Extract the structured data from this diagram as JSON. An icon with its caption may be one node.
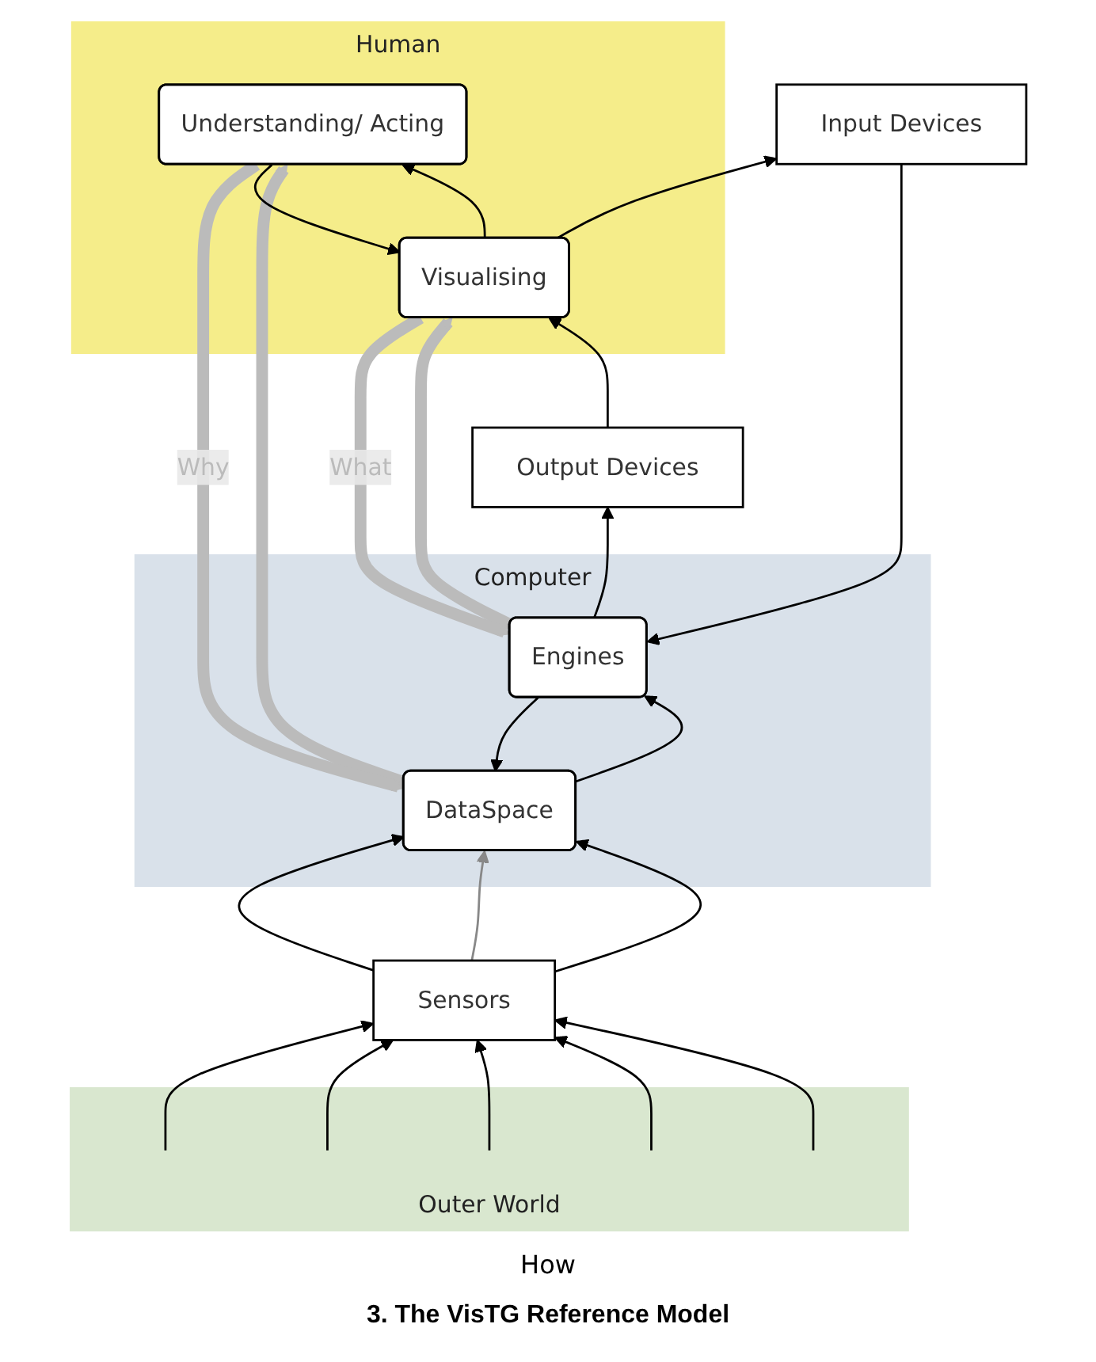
{
  "diagram": {
    "caption": "3. The VisTG Reference Model",
    "nodes": [
      {
        "text": [
          "Human"
        ]
      },
      {
        "text": [
          "Understanding/ Acting"
        ],
        "in": 0
      },
      {
        "text": [
          "Visualising"
        ],
        "in": 0
      },
      {
        "text": [
          "Output Devices"
        ]
      },
      {
        "text": [
          "Input Devices"
        ]
      },
      {
        "text": [
          "Computer"
        ]
      },
      {
        "text": [
          "Engines"
        ],
        "in": 5
      },
      {
        "text": [
          "DataSpace"
        ],
        "in": 5
      },
      {
        "text": [
          "Sensors"
        ]
      },
      {
        "text": [
          "Outer World"
        ]
      }
    ],
    "edges": [
      {
        "from": 9,
        "to": 8,
        "arrow": "to"
      },
      {
        "from": 9,
        "to": 8,
        "arrow": "to"
      },
      {
        "from": 9,
        "to": 8,
        "arrow": "to"
      },
      {
        "from": 9,
        "to": 8,
        "arrow": "to"
      },
      {
        "from": 9,
        "to": 8,
        "arrow": "to"
      },
      {
        "from": 8,
        "to": 7,
        "arrow": "to"
      },
      {
        "from": 8,
        "to": 7,
        "arrow": "to",
        "color": "#888888"
      },
      {
        "from": 8,
        "to": 7,
        "arrow": "to"
      },
      {
        "from": 7,
        "to": 6,
        "arrow": "to"
      },
      {
        "from": 6,
        "to": 3,
        "arrow": "to"
      },
      {
        "from": 3,
        "to": 2,
        "arrow": "to"
      },
      {
        "from": 2,
        "to": 1,
        "arrow": "to"
      },
      {
        "from": 7,
        "to": 1,
        "arrow": "to",
        "style": "thick",
        "color": "#bbbbbb"
      },
      {
        "from": 6,
        "to": 2,
        "arrow": "to",
        "style": "thick",
        "color": "#bbbbbb"
      },
      {
        "from": 1,
        "to": 2,
        "arrow": "to"
      },
      {
        "from": 2,
        "to": 4,
        "arrow": "to"
      },
      {
        "from": 4,
        "to": 6,
        "arrow": "to"
      },
      {
        "from": 6,
        "to": 7,
        "arrow": "to"
      },
      {
        "from": 1,
        "to": 7,
        "arrow": "to",
        "style": "thick",
        "color": "#bbbbbb",
        "label": "Why"
      },
      {
        "from": 2,
        "to": 6,
        "arrow": "to",
        "style": "thick",
        "color": "#bbbbbb",
        "label": "What"
      }
    ],
    "labels": [
      "How"
    ]
  }
}
